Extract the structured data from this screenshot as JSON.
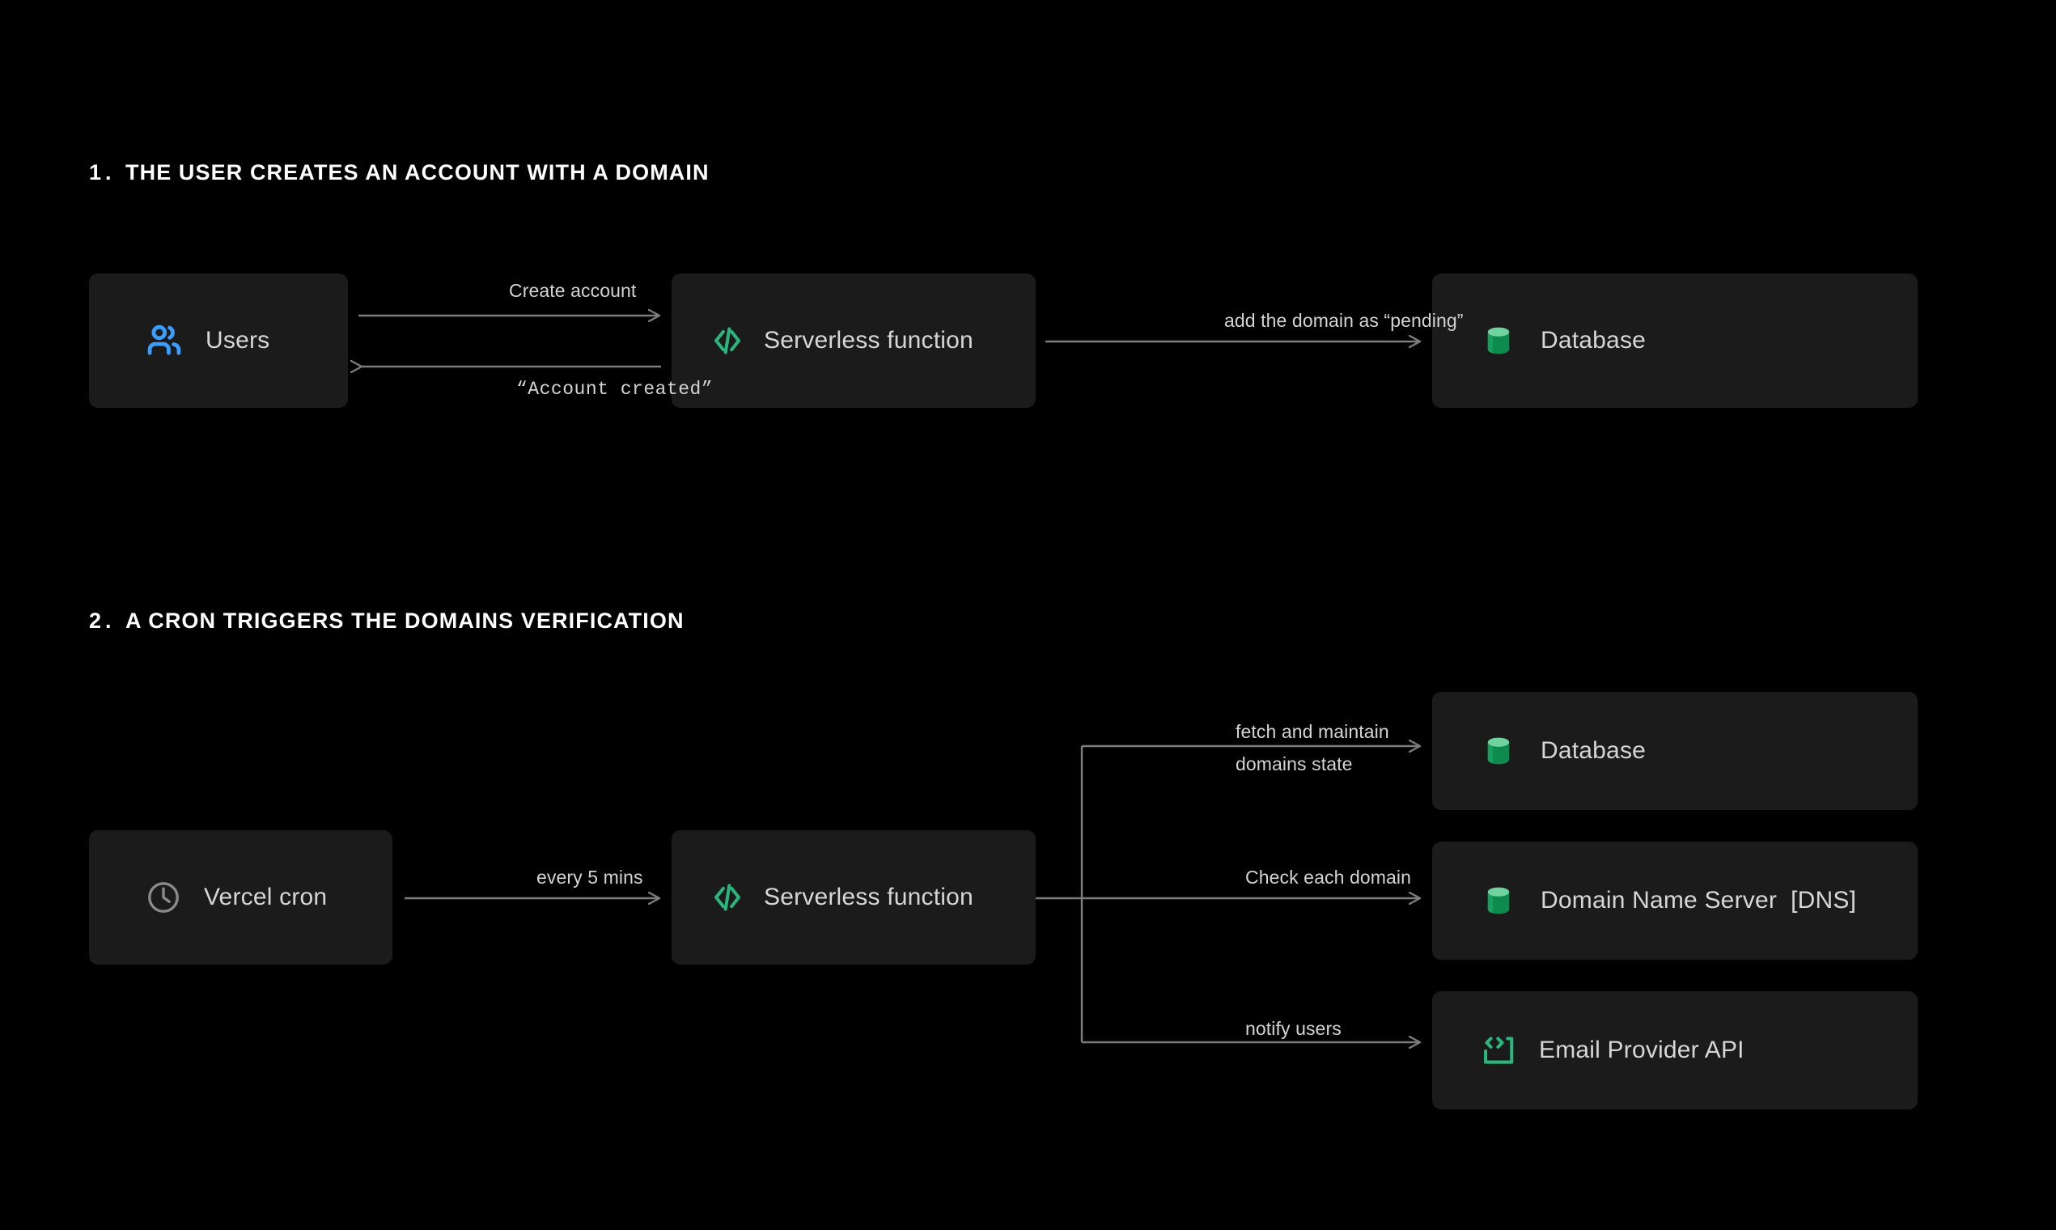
{
  "page": {
    "background": "#000000",
    "accent_green": "#2cb67d",
    "accent_blue": "#3b9eff",
    "wire_color": "#7c7c7c",
    "box_color": "#1b1b1b",
    "text_color": "#d6d6d6"
  },
  "sections": [
    {
      "number": "1.",
      "title": "THE USER CREATES AN ACCOUNT WITH A DOMAIN"
    },
    {
      "number": "2.",
      "title": "A CRON TRIGGERS THE DOMAINS VERIFICATION"
    }
  ],
  "nodes": {
    "users": {
      "label": "Users",
      "icon": "users-icon"
    },
    "serverless_1": {
      "label": "Serverless function",
      "icon": "code-icon"
    },
    "database_1": {
      "label": "Database",
      "icon": "database-icon"
    },
    "cron": {
      "label": "Vercel cron",
      "icon": "clock-icon"
    },
    "serverless_2": {
      "label": "Serverless function",
      "icon": "code-icon"
    },
    "database_2": {
      "label": "Database",
      "icon": "database-icon"
    },
    "dns": {
      "label": "Domain Name Server  [DNS]",
      "icon": "database-icon"
    },
    "email": {
      "label": "Email Provider API",
      "icon": "api-code-icon"
    }
  },
  "edges": {
    "create_account": "Create account",
    "account_created": "“Account created”",
    "add_pending": "add the domain as “pending”",
    "every_5_mins": "every 5 mins",
    "fetch_maintain_line1": "fetch and maintain",
    "fetch_maintain_line2": "domains state",
    "check_each_domain": "Check each domain",
    "notify_users": "notify users"
  }
}
